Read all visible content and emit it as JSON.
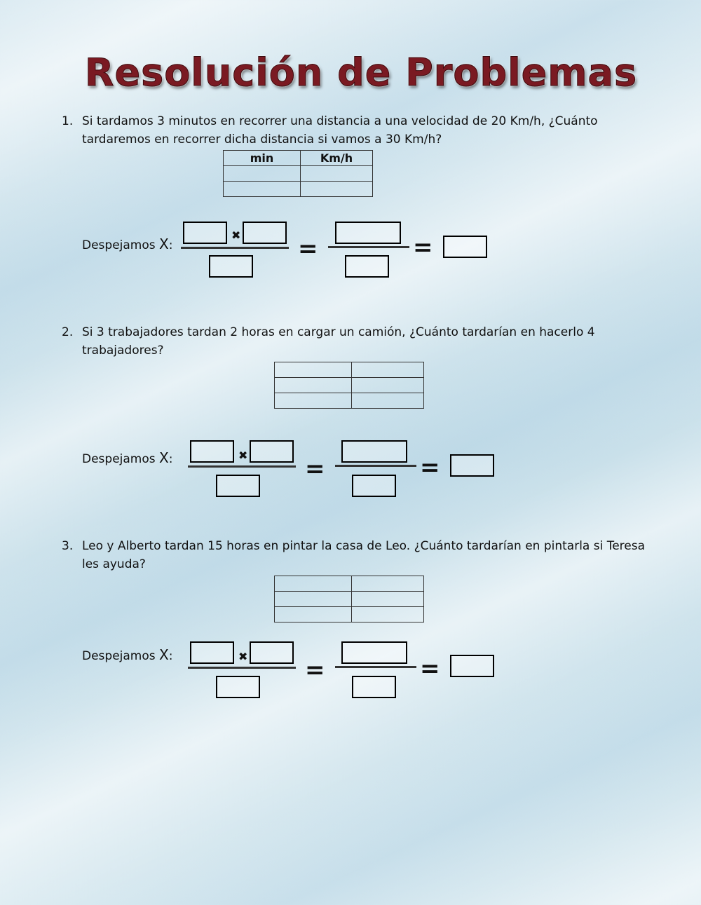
{
  "title": "Resolución de Problemas",
  "problems": [
    {
      "number": "1.",
      "text": "Si tardamos 3 minutos en recorrer una distancia a una velocidad de 20 Km/h, ¿Cuánto tardaremos en recorrer dicha distancia si vamos a 30 Km/h?",
      "table_header": [
        "min",
        "Km/h"
      ],
      "solve_label": "Despejamos ",
      "solve_var": "X",
      "solve_colon": ":",
      "times_symbol": "✖",
      "equals_symbol": "="
    },
    {
      "number": "2.",
      "text": "Si 3 trabajadores tardan 2 horas en cargar un camión, ¿Cuánto tardarían en hacerlo 4 trabajadores?",
      "table_header": [
        "",
        ""
      ],
      "solve_label": "Despejamos ",
      "solve_var": "X",
      "solve_colon": ":",
      "times_symbol": "✖",
      "equals_symbol": "="
    },
    {
      "number": "3.",
      "text": "Leo y Alberto tardan 15 horas en pintar la casa de Leo. ¿Cuánto tardarían en pintarla si Teresa les ayuda?",
      "table_header": [
        "",
        ""
      ],
      "solve_label": "Despejamos ",
      "solve_var": "X",
      "solve_colon": ":",
      "times_symbol": "✖",
      "equals_symbol": "="
    }
  ]
}
